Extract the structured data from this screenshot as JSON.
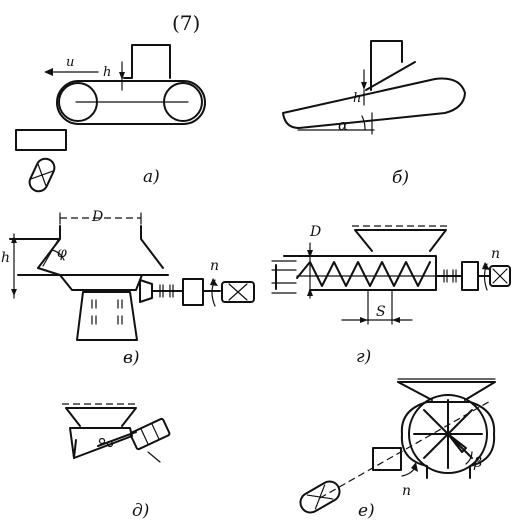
{
  "figure": {
    "number": "(7)",
    "panels": [
      {
        "id": "a",
        "caption": "а)",
        "labels": {
          "speed": "u",
          "height": "h"
        }
      },
      {
        "id": "b",
        "caption": "б)",
        "labels": {
          "height": "h",
          "angle": "α"
        }
      },
      {
        "id": "v",
        "caption": "в)",
        "labels": {
          "diameter": "D",
          "height": "h",
          "angle": "φ",
          "rotation": "n"
        }
      },
      {
        "id": "g",
        "caption": "г)",
        "labels": {
          "diameter": "D",
          "pitch": "S",
          "rotation": "n"
        }
      },
      {
        "id": "d",
        "caption": "д)",
        "labels": {}
      },
      {
        "id": "e",
        "caption": "е)",
        "labels": {
          "rotation": "n",
          "angle": "β"
        }
      }
    ]
  }
}
